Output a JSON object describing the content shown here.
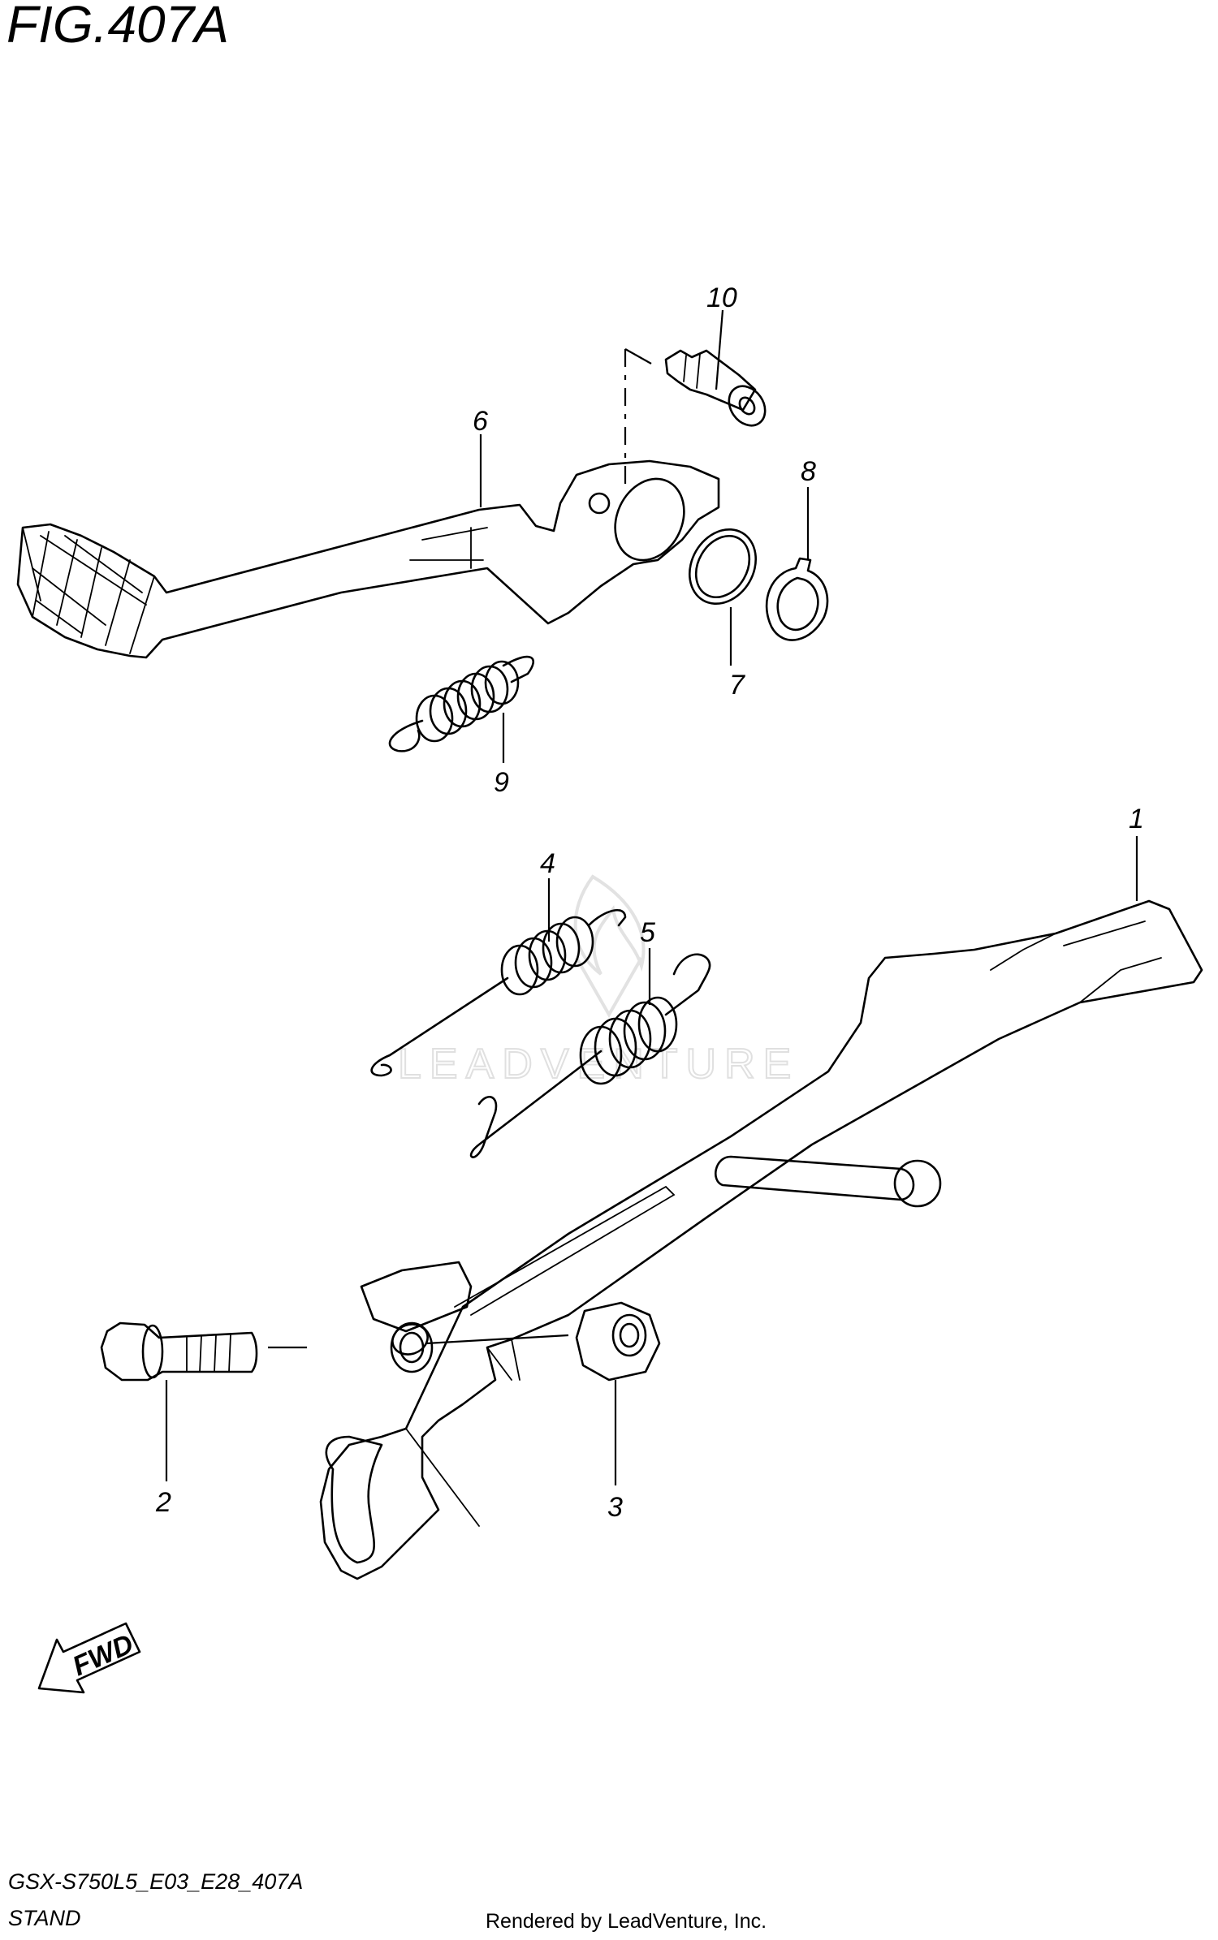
{
  "figure": {
    "title": "FIG.407A",
    "code": "GSX-S750L5_E03_E28_407A",
    "name": "STAND"
  },
  "watermark": "LEADVENTURE",
  "credit": "Rendered by LeadVenture, Inc.",
  "fwd_label": "FWD",
  "callouts": [
    "1",
    "2",
    "3",
    "4",
    "5",
    "6",
    "7",
    "8",
    "9",
    "10"
  ]
}
